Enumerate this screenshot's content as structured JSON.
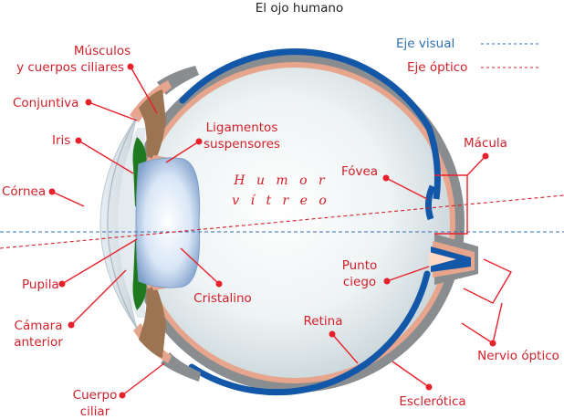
{
  "title": "El ojo humano",
  "legend": {
    "visual_axis": "Eje visual",
    "optic_axis": "Eje óptico"
  },
  "labels": {
    "ciliary_muscles_1": "Músculos",
    "ciliary_muscles_2": "y cuerpos ciliares",
    "conjunctiva": "Conjuntiva",
    "iris": "Iris",
    "cornea": "Córnea",
    "pupil": "Pupila",
    "anterior_chamber_1": "Cámara",
    "anterior_chamber_2": "anterior",
    "ciliary_body_1": "Cuerpo",
    "ciliary_body_2": "ciliar",
    "suspensory_ligaments_1": "Ligamentos",
    "suspensory_ligaments_2": "suspensores",
    "vitreous_humor_1": "H u m o r",
    "vitreous_humor_2": "v í t r e o",
    "crystalline_lens": "Cristalino",
    "fovea": "Fóvea",
    "macula": "Mácula",
    "blind_spot_1": "Punto",
    "blind_spot_2": "ciego",
    "retina": "Retina",
    "sclera": "Esclerótica",
    "optic_nerve": "Nervio óptico"
  },
  "colors": {
    "label_red": "#d0202a",
    "sclera_gray": "#8a8d90",
    "choroid_salmon": "#e6a58c",
    "retina_blue": "#1357a8",
    "iris_green": "#1f7a1f",
    "ciliary_brown": "#9c7452",
    "visual_axis_blue": "#2f6fb3"
  }
}
